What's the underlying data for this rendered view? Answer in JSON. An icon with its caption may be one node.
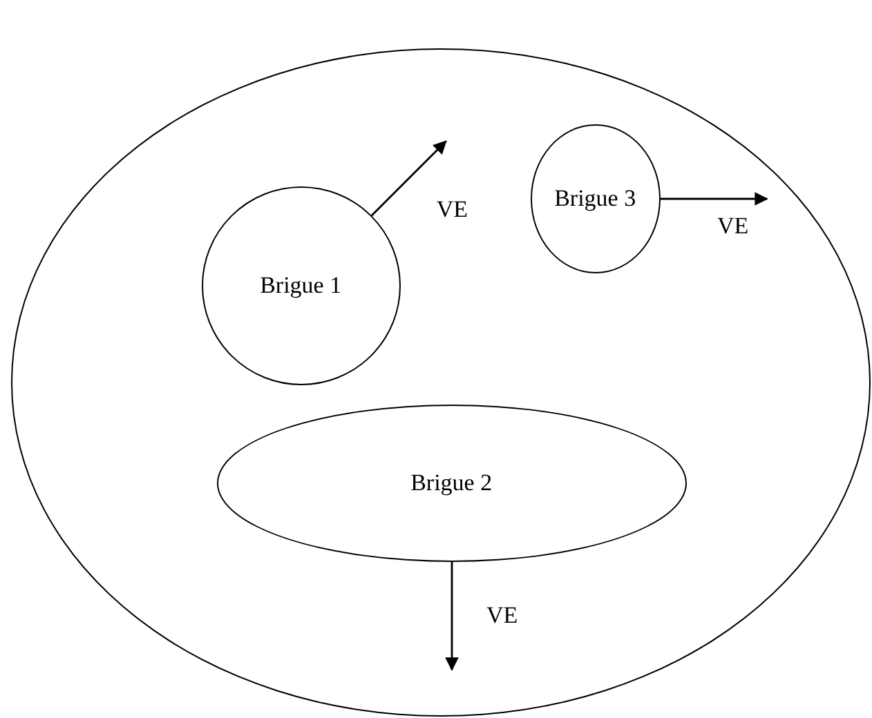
{
  "diagram": {
    "nodes": [
      {
        "text": [],
        "shape": "ellipse"
      },
      {
        "text": [
          "Brigue 1"
        ],
        "in": 0
      },
      {
        "text": [
          "Brigue 3"
        ],
        "in": 0
      },
      {
        "text": [
          "Brigue 2"
        ],
        "in": 0
      }
    ],
    "edges": [
      {
        "from": 1,
        "to": null,
        "arrow": "to",
        "label": "VE"
      },
      {
        "from": 2,
        "to": null,
        "arrow": "to",
        "label": "VE"
      },
      {
        "from": 3,
        "to": null,
        "arrow": "to",
        "label": "VE"
      }
    ]
  }
}
